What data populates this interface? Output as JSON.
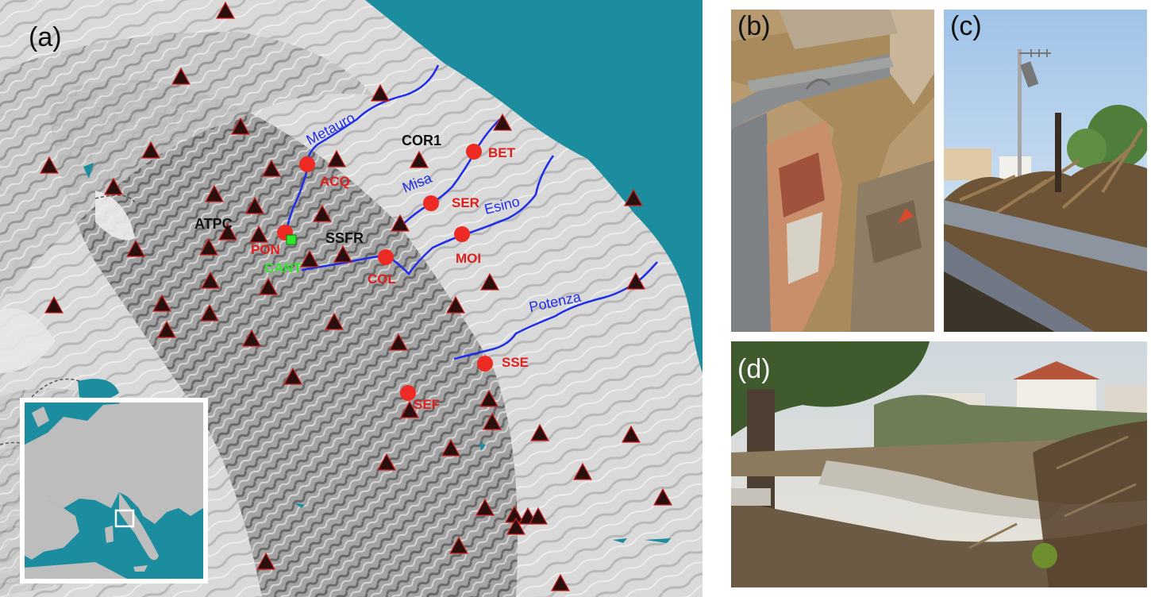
{
  "panels": {
    "a": "(a)",
    "b": "(b)",
    "c": "(c)",
    "d": "(d)"
  },
  "rivers": [
    {
      "name": "Metauro",
      "label": "Metauro"
    },
    {
      "name": "Misa",
      "label": "Misa"
    },
    {
      "name": "Esino",
      "label": "Esino"
    },
    {
      "name": "Potenza",
      "label": "Potenza"
    }
  ],
  "stations_red": [
    {
      "code": "ACQ"
    },
    {
      "code": "BET"
    },
    {
      "code": "SER"
    },
    {
      "code": "MOI"
    },
    {
      "code": "COL"
    },
    {
      "code": "PON"
    },
    {
      "code": "SSE"
    },
    {
      "code": "SEF"
    }
  ],
  "stations_black": [
    {
      "code": "COR1"
    },
    {
      "code": "ATPC"
    },
    {
      "code": "SSFR"
    }
  ],
  "stations_green": [
    {
      "code": "CANT"
    }
  ],
  "colors": {
    "sea": "#1b8d9e",
    "land": "#c9c9c9",
    "river": "#1f2ee6",
    "station_red": "#ee2a24",
    "station_black": "#2a0f0f",
    "station_green": "#2fe62f",
    "triangle_outline": "#d02020"
  },
  "inset": {
    "title": "",
    "highlight_box_color": "#ffffff"
  }
}
